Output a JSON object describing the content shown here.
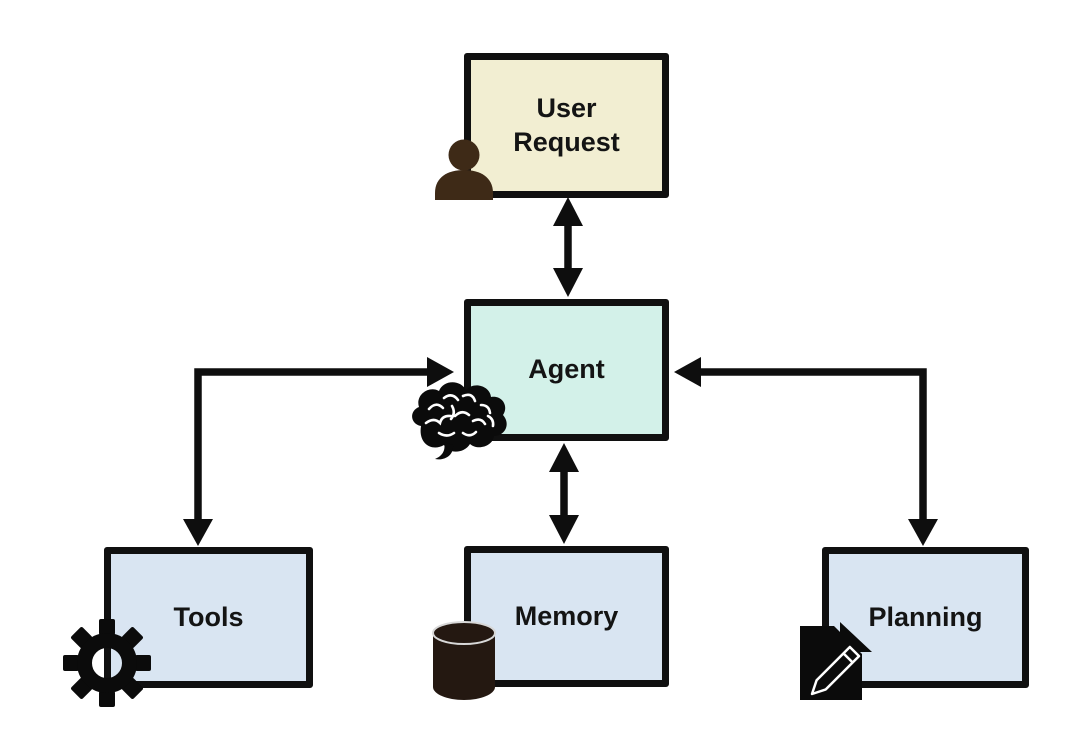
{
  "diagram": {
    "background": "#ffffff",
    "border_color": "#101010",
    "arrow_color": "#0e0e0e",
    "nodes": {
      "user_request": {
        "label": "User Request",
        "fill": "#f2eed2",
        "icon": "person-icon"
      },
      "agent": {
        "label": "Agent",
        "fill": "#d3f1e9",
        "icon": "brain-icon"
      },
      "tools": {
        "label": "Tools",
        "fill": "#d9e5f2",
        "icon": "gear-icon"
      },
      "memory": {
        "label": "Memory",
        "fill": "#d9e5f2",
        "icon": "database-icon"
      },
      "planning": {
        "label": "Planning",
        "fill": "#d9e5f2",
        "icon": "document-pencil-icon"
      }
    },
    "edges": [
      {
        "from": "User Request",
        "to": "Agent",
        "arrows": "both",
        "shape": "straight-vertical"
      },
      {
        "from": "Agent",
        "to": "Memory",
        "arrows": "both",
        "shape": "straight-vertical"
      },
      {
        "from": "Agent",
        "to": "Tools",
        "arrows": "both",
        "shape": "elbow"
      },
      {
        "from": "Agent",
        "to": "Planning",
        "arrows": "both",
        "shape": "elbow"
      }
    ],
    "icon_colors": {
      "person": "#3e2a17",
      "database": "#241811",
      "database_rim": "#d8d8d8",
      "default": "#0b0b0b"
    }
  }
}
